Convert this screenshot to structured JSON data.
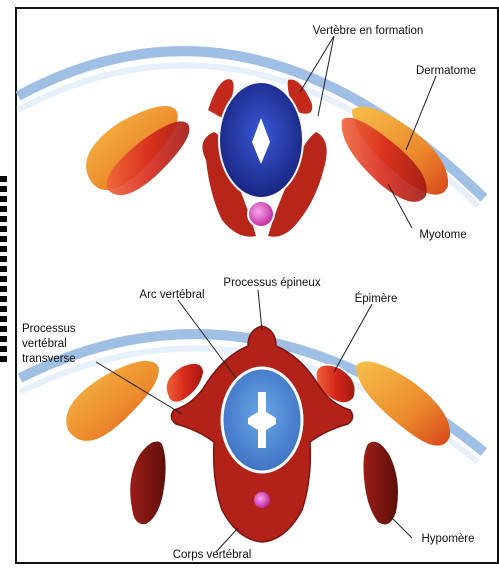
{
  "figure": {
    "top_panel": {
      "labels": {
        "vertebra_forming": "Vertèbre en formation",
        "dermatome": "Dermatome",
        "myotome": "Myotome"
      }
    },
    "bottom_panel": {
      "labels": {
        "spinous_process": "Processus épineux",
        "vertebral_arch": "Arc vertébral",
        "epimere": "Épimère",
        "transverse_line1": "Processus",
        "transverse_line2": "vertébral",
        "transverse_line3": "transverse",
        "hypomere": "Hypomère",
        "vertebral_body": "Corps vertébral"
      }
    }
  },
  "colors": {
    "ectoderm_outer": "#a9c6e6",
    "ectoderm_inner": "#e9f2fb",
    "notochord": "#d63ab8",
    "vertebra_blue_top": "#1d2f9c",
    "vertebra_blue_bottom": "#4f86d2",
    "sclerotome_red": "#b5231a",
    "dermatome_orange": "#e88a2a",
    "myotome_red": "#d8321f",
    "hypomere_dark": "#7a1410"
  }
}
